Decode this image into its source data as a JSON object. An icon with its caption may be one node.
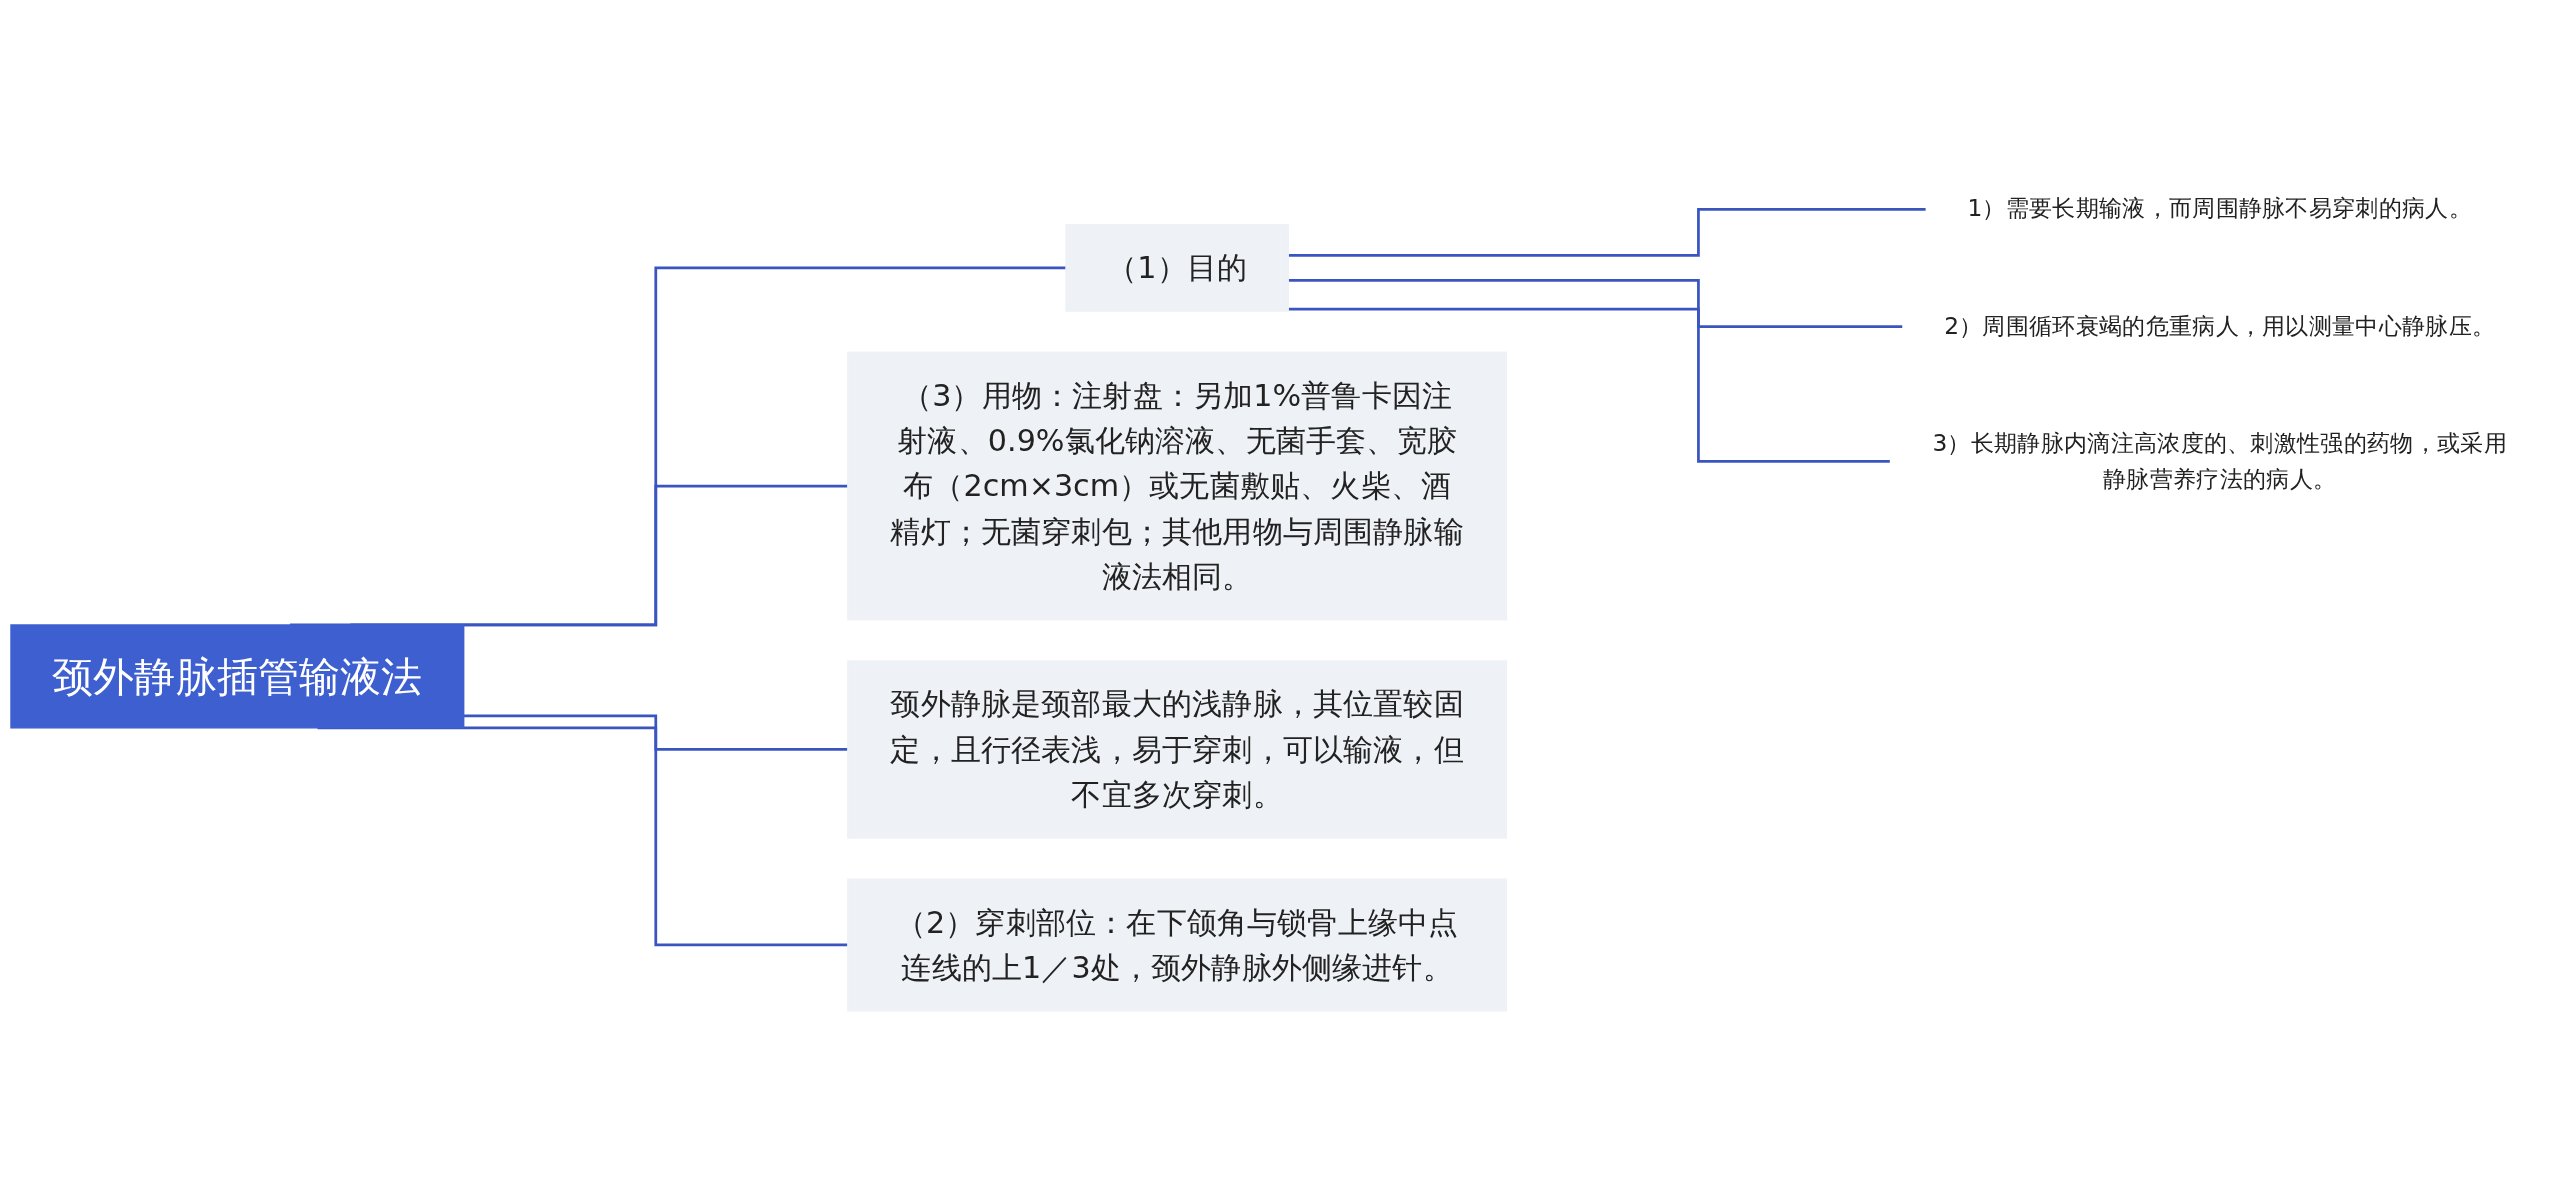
{
  "diagram": {
    "nodes": [
      {
        "text": [
          "颈外静脉插管输液法"
        ]
      },
      {
        "text": [
          "（1）目的"
        ]
      },
      {
        "text": [
          "1）需要长期输液，而周围静脉不易穿刺的病人。"
        ]
      },
      {
        "text": [
          "2）周围循环衰竭的危重病人，用以测量中心静脉压。"
        ]
      },
      {
        "text": [
          "3）长期静脉内滴注高浓度的、刺激性强的药物，或采用静脉营养疗法的病人。"
        ]
      },
      {
        "text": [
          "（3）用物：注射盘：另加1%普鲁卡因注射液、0.9%氯化钠溶液、无菌手套、宽胶布（2cm×3cm）或无菌敷贴、火柴、酒精灯；无菌穿刺包；其他用物与周围静脉输液法相同。"
        ]
      },
      {
        "text": [
          "颈外静脉是颈部最大的浅静脉，其位置较固定，且行径表浅，易于穿刺，可以输液，但不宜多次穿刺。"
        ]
      },
      {
        "text": [
          "（2）穿刺部位：在下颌角与锁骨上缘中点连线的上1／3处，颈外静脉外侧缘进针。"
        ]
      }
    ],
    "edges": [
      {
        "from": 0,
        "to": 1,
        "arrow": "none"
      },
      {
        "from": 1,
        "to": 2,
        "arrow": "none"
      },
      {
        "from": 1,
        "to": 3,
        "arrow": "none"
      },
      {
        "from": 1,
        "to": 4,
        "arrow": "none"
      },
      {
        "from": 0,
        "to": 5,
        "arrow": "none"
      },
      {
        "from": 0,
        "to": 6,
        "arrow": "none"
      },
      {
        "from": 0,
        "to": 7,
        "arrow": "none"
      }
    ]
  }
}
